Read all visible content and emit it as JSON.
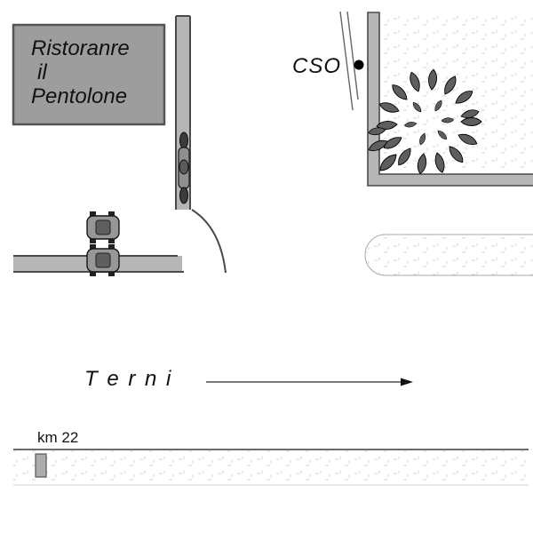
{
  "labels": {
    "restaurant": {
      "line1": "Ristoranre",
      "line2": "il",
      "line3": "Pentolone"
    },
    "cso": "CSO",
    "destination": "T e r n i",
    "km_marker": "km 22"
  },
  "colors": {
    "road_fill": "#b6b6b6",
    "road_edge": "#4a4a4a",
    "box_fill": "#9d9d9d",
    "box_edge": "#555555",
    "leaf_fill": "#5e5e5e",
    "dot_color": "#000000",
    "stipple_mark": "#d6d6d6"
  }
}
